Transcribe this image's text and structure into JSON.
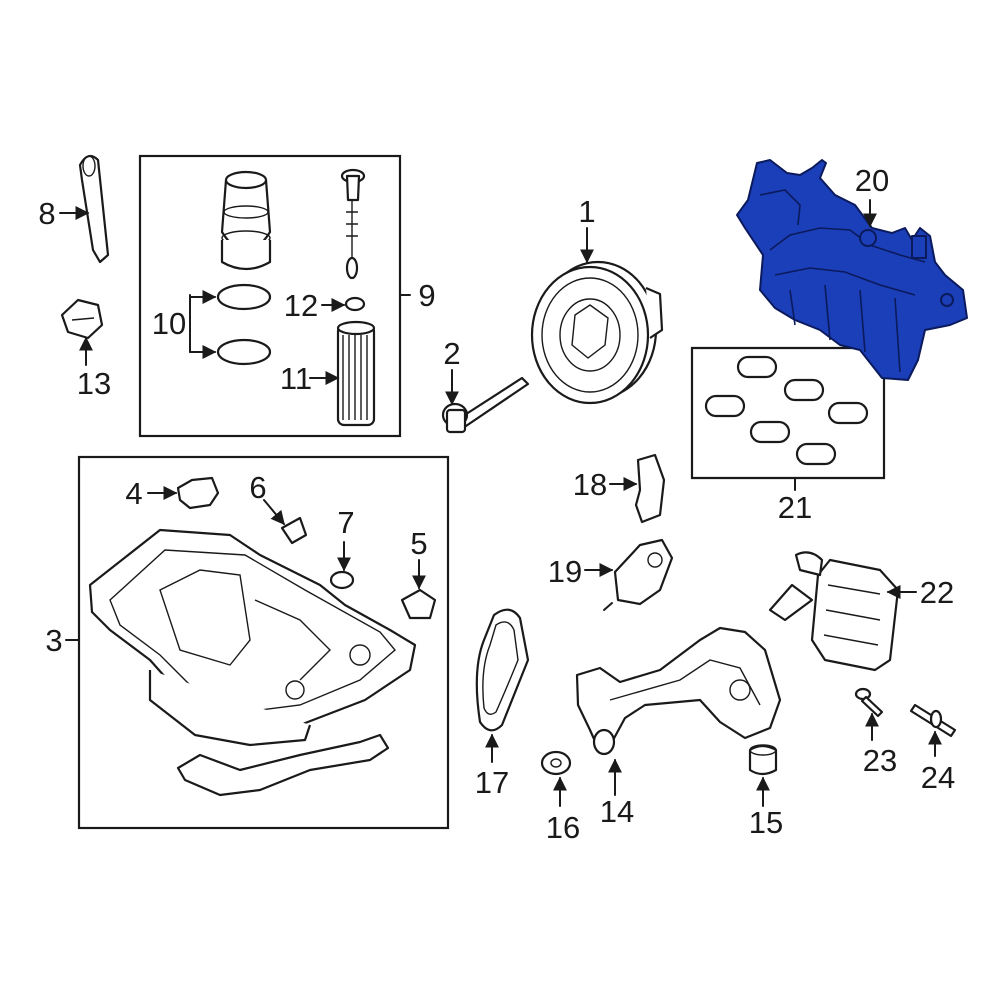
{
  "diagram": {
    "highlight_color": "#1b3fb8",
    "highlighted_part": "20",
    "callouts": {
      "c1": "1",
      "c2": "2",
      "c3": "3",
      "c4": "4",
      "c5": "5",
      "c6": "6",
      "c7": "7",
      "c8": "8",
      "c9": "9",
      "c10": "10",
      "c11": "11",
      "c12": "12",
      "c13": "13",
      "c14": "14",
      "c15": "15",
      "c16": "16",
      "c17": "17",
      "c18": "18",
      "c19": "19",
      "c20": "20",
      "c21": "21",
      "c22": "22",
      "c23": "23",
      "c24": "24"
    }
  }
}
